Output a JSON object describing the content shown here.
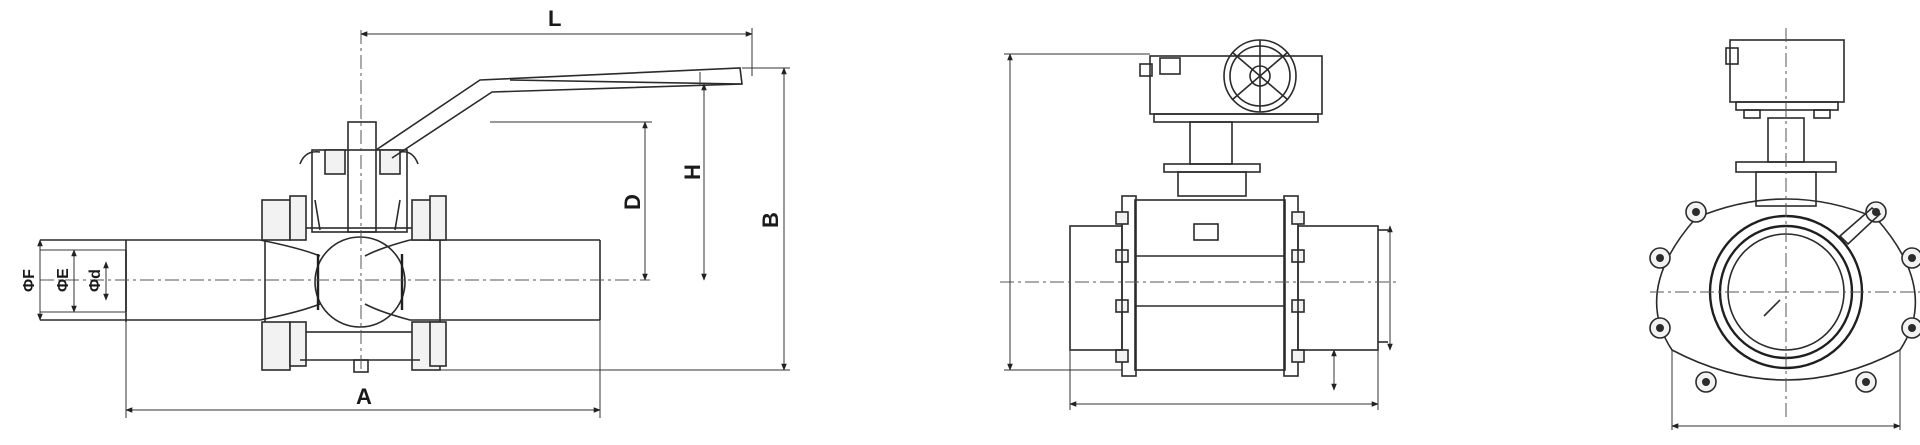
{
  "diagram": {
    "labels": {
      "L": "L",
      "H": "H",
      "D": "D",
      "B": "B",
      "A": "A",
      "phiF": "ΦF",
      "phiE": "ΦE",
      "phid": "Φd"
    }
  }
}
